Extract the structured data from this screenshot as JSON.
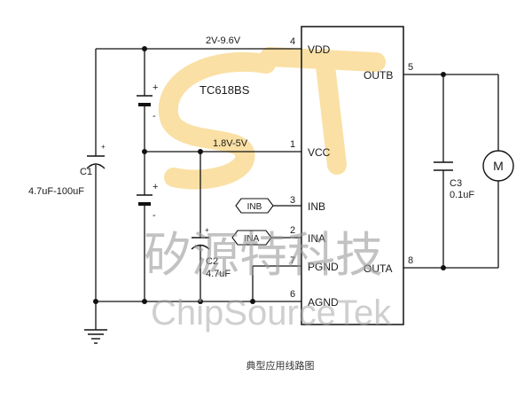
{
  "chip": {
    "name": "TC618BS"
  },
  "pins": {
    "vdd": {
      "num": "4",
      "name": "VDD"
    },
    "vcc": {
      "num": "1",
      "name": "VCC"
    },
    "inb": {
      "num": "3",
      "name": "INB"
    },
    "ina": {
      "num": "2",
      "name": "INA"
    },
    "pgnd": {
      "num": "7",
      "name": "PGND"
    },
    "agnd": {
      "num": "6",
      "name": "AGND"
    },
    "outb": {
      "num": "5",
      "name": "OUTB"
    },
    "outa": {
      "num": "8",
      "name": "OUTA"
    }
  },
  "voltages": {
    "vdd": "2V-9.6V",
    "vcc": "1.8V-5V"
  },
  "signals": {
    "inb": "INB",
    "ina": "INA"
  },
  "components": {
    "c1": {
      "name": "C1",
      "value": "4.7uF-100uF"
    },
    "c2": {
      "name": "C2",
      "value": "4.7uF"
    },
    "c3": {
      "name": "C3",
      "value": "0.1uF"
    },
    "motor": {
      "label": "M"
    }
  },
  "symbols": {
    "plus": "+",
    "minus": "-"
  },
  "watermark": {
    "cn": "矽源特科技",
    "en": "ChipSourceTek"
  },
  "caption": "典型应用线路图",
  "colors": {
    "logo": "#f6c75a",
    "wire": "#111111"
  }
}
